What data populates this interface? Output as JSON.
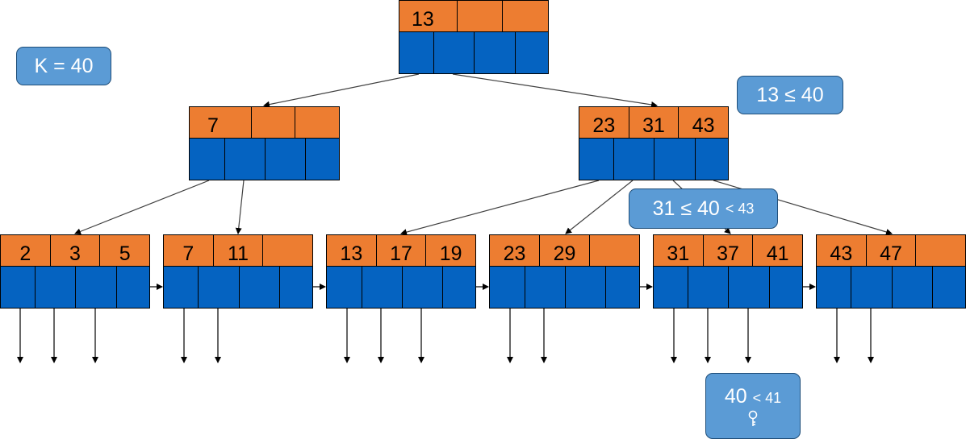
{
  "tree": {
    "root": {
      "keys": [
        "13",
        "",
        ""
      ]
    },
    "internal": [
      {
        "keys": [
          "7",
          "",
          ""
        ]
      },
      {
        "keys": [
          "23",
          "31",
          "43"
        ]
      }
    ],
    "leaves": [
      {
        "keys": [
          "2",
          "3",
          "5"
        ]
      },
      {
        "keys": [
          "7",
          "11",
          ""
        ]
      },
      {
        "keys": [
          "13",
          "17",
          "19"
        ]
      },
      {
        "keys": [
          "23",
          "29",
          ""
        ]
      },
      {
        "keys": [
          "31",
          "37",
          "41"
        ]
      },
      {
        "keys": [
          "43",
          "47",
          ""
        ]
      }
    ]
  },
  "callouts": {
    "search_key": "K = 40",
    "root_compare": "13 ≤ 40",
    "internal_compare_main": "31 ≤ 40",
    "internal_compare_small": "< 43",
    "leaf_compare_main": "40",
    "leaf_compare_small": "< 41",
    "found_icon": "key-icon"
  },
  "colors": {
    "key_fill": "#ed7d31",
    "pointer_fill": "#0563c1",
    "callout_fill": "#5b9bd5",
    "edge": "#404040"
  }
}
